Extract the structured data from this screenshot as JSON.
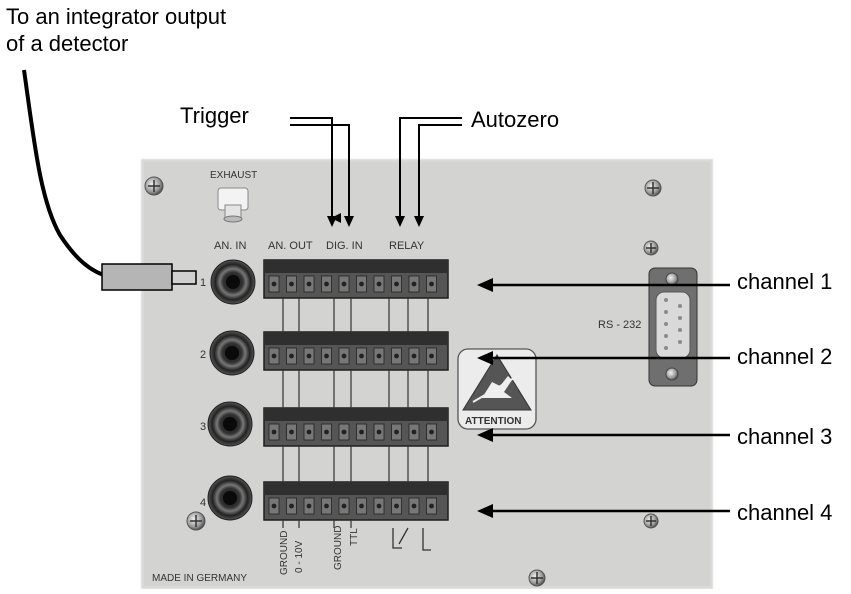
{
  "callouts": {
    "integrator_line1": "To an integrator output",
    "integrator_line2": "of a detector",
    "trigger": "Trigger",
    "autozero": "Autozero",
    "channels": [
      "channel 1",
      "channel 2",
      "channel 3",
      "channel 4"
    ]
  },
  "panel": {
    "exhaust": "EXHAUST",
    "an_in": "AN. IN",
    "an_out": "AN. OUT",
    "dig_in": "DIG. IN",
    "relay": "RELAY",
    "rs232": "RS - 232",
    "attention": "ATTENTION",
    "made_in": "MADE IN GERMANY",
    "input_numbers": [
      "1",
      "2",
      "3",
      "4"
    ],
    "bottom_labels": {
      "ground_1": "GROUND",
      "range": "0 - 10V",
      "ground_2": "GROUND",
      "ttl": "TTL"
    }
  },
  "colors": {
    "panel": "#d3d3d1",
    "connector_green": "#555555",
    "cable": "#b5b5b5",
    "ink": "#000000"
  }
}
